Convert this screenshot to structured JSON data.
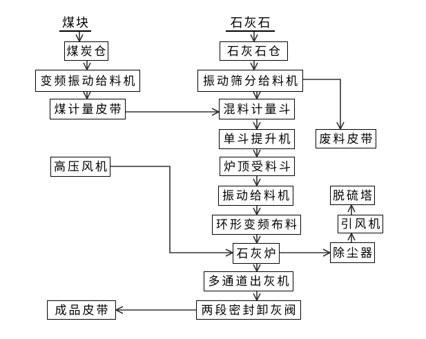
{
  "diagram": {
    "type": "process-flowchart",
    "language": "zh-CN",
    "colors": {
      "line": "#303030",
      "box_border": "#000000",
      "text": "#000000",
      "background": "#ffffff"
    }
  },
  "nodes": {
    "coal_source": {
      "label": "煤块",
      "shape": "underlined-text"
    },
    "coal_bin": {
      "label": "煤炭仓",
      "shape": "box"
    },
    "vf_vibration_feeder": {
      "label": "变频振动给料机",
      "shape": "box"
    },
    "coal_metering_belt": {
      "label": "煤计量皮带",
      "shape": "box"
    },
    "limestone_source": {
      "label": "石灰石",
      "shape": "underlined-text"
    },
    "limestone_bin": {
      "label": "石灰石仓",
      "shape": "box"
    },
    "vibrating_screen_feeder": {
      "label": "振动筛分给料机",
      "shape": "box"
    },
    "mix_metering_hopper": {
      "label": "混料计量斗",
      "shape": "box"
    },
    "bucket_elevator": {
      "label": "单斗提升机",
      "shape": "box"
    },
    "furnace_top_hopper": {
      "label": "炉顶受料斗",
      "shape": "box"
    },
    "vibration_feeder": {
      "label": "振动给料机",
      "shape": "box"
    },
    "ring_vf_distributor": {
      "label": "环形变频布料",
      "shape": "box"
    },
    "lime_kiln": {
      "label": "石灰炉",
      "shape": "box"
    },
    "multi_channel_ash_discharger": {
      "label": "多通道出灰机",
      "shape": "box"
    },
    "two_stage_seal_ash_valve": {
      "label": "两段密封卸灰阀",
      "shape": "box"
    },
    "waste_belt": {
      "label": "废料皮带",
      "shape": "box"
    },
    "high_pressure_fan": {
      "label": "高压风机",
      "shape": "box"
    },
    "finished_product_belt": {
      "label": "成品皮带",
      "shape": "box"
    },
    "dust_collector": {
      "label": "除尘器",
      "shape": "box"
    },
    "induced_draft_fan": {
      "label": "引风机",
      "shape": "box"
    },
    "desulfurization_tower": {
      "label": "脱硫塔",
      "shape": "box"
    }
  },
  "edges": [
    {
      "from": "coal_source",
      "to": "coal_bin"
    },
    {
      "from": "coal_bin",
      "to": "vf_vibration_feeder"
    },
    {
      "from": "vf_vibration_feeder",
      "to": "coal_metering_belt"
    },
    {
      "from": "coal_metering_belt",
      "to": "mix_metering_hopper"
    },
    {
      "from": "limestone_source",
      "to": "limestone_bin"
    },
    {
      "from": "limestone_bin",
      "to": "vibrating_screen_feeder"
    },
    {
      "from": "vibrating_screen_feeder",
      "to": "mix_metering_hopper"
    },
    {
      "from": "vibrating_screen_feeder",
      "to": "waste_belt"
    },
    {
      "from": "mix_metering_hopper",
      "to": "bucket_elevator"
    },
    {
      "from": "bucket_elevator",
      "to": "furnace_top_hopper"
    },
    {
      "from": "furnace_top_hopper",
      "to": "vibration_feeder"
    },
    {
      "from": "vibration_feeder",
      "to": "ring_vf_distributor"
    },
    {
      "from": "ring_vf_distributor",
      "to": "lime_kiln"
    },
    {
      "from": "high_pressure_fan",
      "to": "lime_kiln"
    },
    {
      "from": "lime_kiln",
      "to": "dust_collector"
    },
    {
      "from": "dust_collector",
      "to": "induced_draft_fan"
    },
    {
      "from": "induced_draft_fan",
      "to": "desulfurization_tower"
    },
    {
      "from": "lime_kiln",
      "to": "multi_channel_ash_discharger"
    },
    {
      "from": "multi_channel_ash_discharger",
      "to": "two_stage_seal_ash_valve"
    },
    {
      "from": "two_stage_seal_ash_valve",
      "to": "finished_product_belt"
    }
  ]
}
